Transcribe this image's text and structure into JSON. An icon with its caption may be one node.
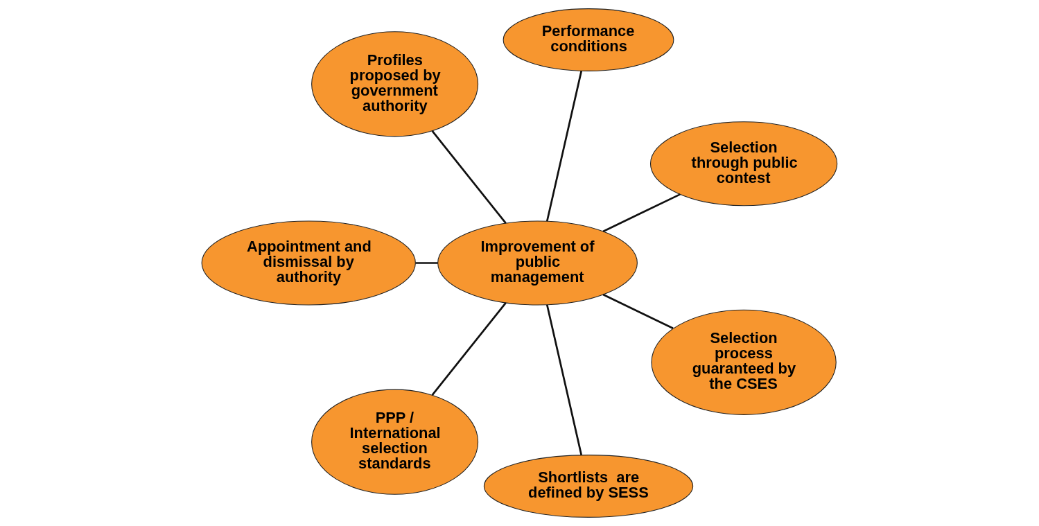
{
  "diagram": {
    "nodes": [
      {
        "text": [
          "Selection through public contest"
        ]
      },
      {
        "text": [
          "Performance conditions"
        ]
      },
      {
        "text": [
          "Profiles proposed by government authority"
        ]
      },
      {
        "text": [
          "Improvement of public management"
        ]
      },
      {
        "text": [
          "Appointment and dismissal by authority"
        ]
      },
      {
        "text": [
          "PPP / International selection standards"
        ]
      },
      {
        "text": [
          "Shortlists  are defined by SESS"
        ]
      },
      {
        "text": [
          "Selection process guaranteed by the CSES"
        ]
      }
    ],
    "edges": [
      {
        "from": 3,
        "to": 0,
        "arrow": "none"
      },
      {
        "from": 3,
        "to": 1,
        "arrow": "none"
      },
      {
        "from": 3,
        "to": 2,
        "arrow": "none"
      },
      {
        "from": 3,
        "to": 4,
        "arrow": "none"
      },
      {
        "from": 3,
        "to": 5,
        "arrow": "none"
      },
      {
        "from": 3,
        "to": 6,
        "arrow": "none"
      },
      {
        "from": 3,
        "to": 7,
        "arrow": "none"
      }
    ]
  }
}
